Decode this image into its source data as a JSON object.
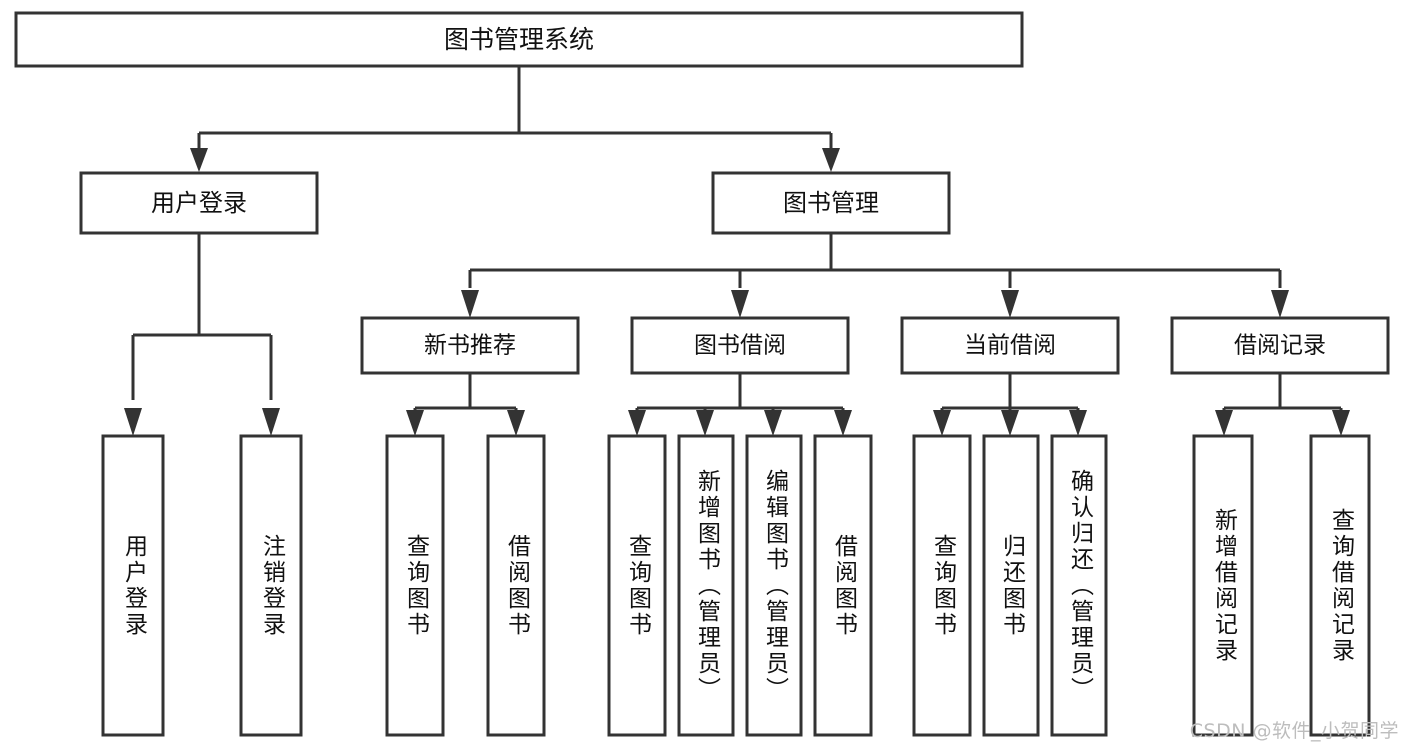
{
  "diagram": {
    "title": "图书管理系统",
    "watermark": "CSDN @软件_小贺同学",
    "colors": {
      "stroke": "#333333",
      "fill": "#ffffff",
      "text": "#111111",
      "watermark": "#bdbdbd"
    },
    "root": {
      "label": "图书管理系统"
    },
    "level1": [
      {
        "label": "用户登录"
      },
      {
        "label": "图书管理"
      }
    ],
    "level2": [
      {
        "label": "新书推荐"
      },
      {
        "label": "图书借阅"
      },
      {
        "label": "当前借阅"
      },
      {
        "label": "借阅记录"
      }
    ],
    "leaves": {
      "user_login": [
        {
          "label": "用户登录"
        },
        {
          "label": "注销登录"
        }
      ],
      "new_book_recommend": [
        {
          "label": "查询图书"
        },
        {
          "label": "借阅图书"
        }
      ],
      "book_borrow": [
        {
          "label": "查询图书"
        },
        {
          "label": "新增图书（管理员）"
        },
        {
          "label": "编辑图书（管理员）"
        },
        {
          "label": "借阅图书"
        }
      ],
      "current_borrow": [
        {
          "label": "查询图书"
        },
        {
          "label": "归还图书"
        },
        {
          "label": "确认归还（管理员）"
        }
      ],
      "borrow_record": [
        {
          "label": "新增借阅记录"
        },
        {
          "label": "查询借阅记录"
        }
      ]
    }
  }
}
